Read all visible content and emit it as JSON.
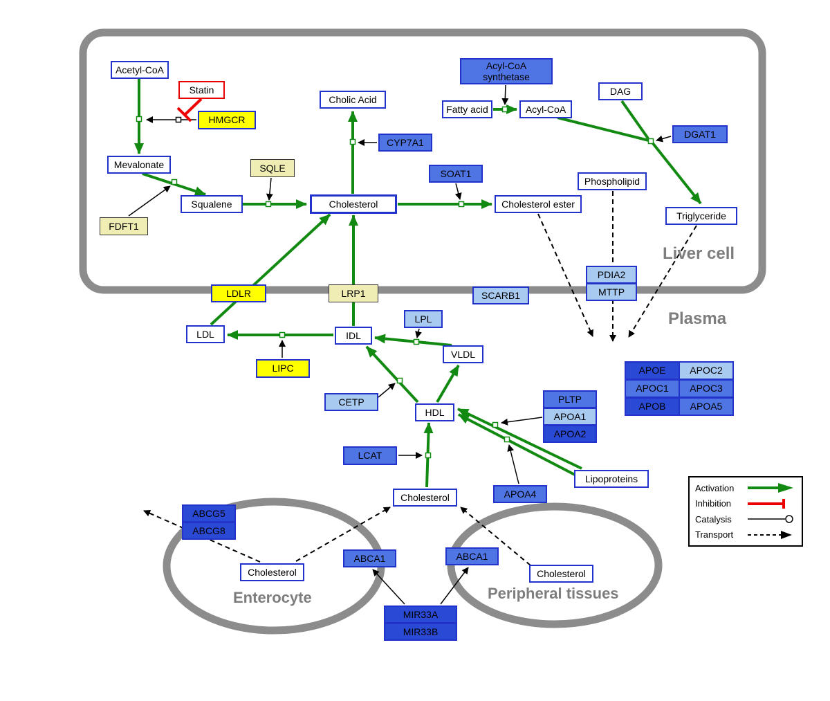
{
  "palette": {
    "activation_green": "#128a12",
    "inhibition_red": "#ee0000",
    "membrane_gray": "#8c8c8c",
    "node_border_blue": "#2233cc",
    "yellow": "#ffff00",
    "pale_yellow": "#efedb4",
    "light_blue": "#a8c9f0",
    "medium_blue": "#4f74e3",
    "dark_blue": "#2a49d4"
  },
  "regions": {
    "liver_cell": "Liver cell",
    "plasma": "Plasma",
    "enterocyte": "Enterocyte",
    "peripheral_tissues": "Peripheral tissues"
  },
  "nodes": {
    "acetyl_coa": "Acetyl-CoA",
    "statin": "Statin",
    "hmgcr": "HMGCR",
    "mevalonate": "Mevalonate",
    "sqle": "SQLE",
    "fdft1": "FDFT1",
    "squalene": "Squalene",
    "cholic_acid": "Cholic Acid",
    "cyp7a1": "CYP7A1",
    "cholesterol_liver": "Cholesterol",
    "soat1": "SOAT1",
    "cholesterol_ester": "Cholesterol ester",
    "acyl_coa_synthetase": "Acyl-CoA synthetase",
    "fatty_acid": "Fatty acid",
    "acyl_coa": "Acyl-CoA",
    "dag": "DAG",
    "dgat1": "DGAT1",
    "phospholipid": "Phospholipid",
    "triglyceride": "Triglyceride",
    "ldlr": "LDLR",
    "lrp1": "LRP1",
    "scarb1": "SCARB1",
    "pdia2": "PDIA2",
    "mttp": "MTTP",
    "ldl": "LDL",
    "idl": "IDL",
    "lpl": "LPL",
    "vldl": "VLDL",
    "lipc": "LIPC",
    "cetp": "CETP",
    "hdl": "HDL",
    "pltp": "PLTP",
    "apoa1": "APOA1",
    "apoa2": "APOA2",
    "lcat": "LCAT",
    "apoa4": "APOA4",
    "lipoproteins": "Lipoproteins",
    "apoe": "APOE",
    "apoc2": "APOC2",
    "apoc1": "APOC1",
    "apoc3": "APOC3",
    "apob": "APOB",
    "apoa5": "APOA5",
    "cholesterol_plasma": "Cholesterol",
    "abcg5": "ABCG5",
    "abcg8": "ABCG8",
    "cholesterol_enterocyte": "Cholesterol",
    "abca1_enterocyte": "ABCA1",
    "abca1_peripheral": "ABCA1",
    "cholesterol_peripheral": "Cholesterol",
    "mir33a": "MIR33A",
    "mir33b": "MIR33B"
  },
  "legend": {
    "activation": "Activation",
    "inhibition": "Inhibition",
    "catalysis": "Catalysis",
    "transport": "Transport"
  }
}
